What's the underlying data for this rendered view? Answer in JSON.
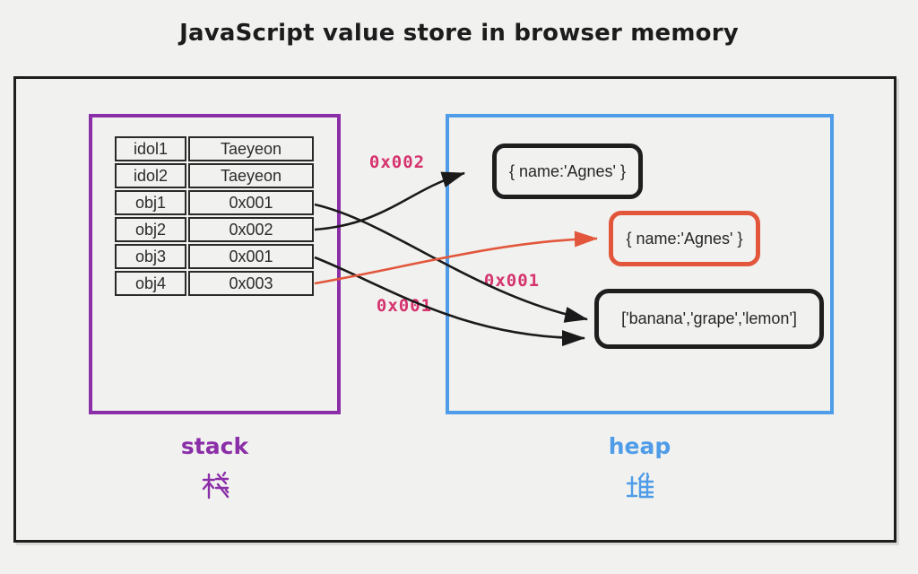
{
  "title": "JavaScript value store in browser memory",
  "stack": {
    "label": "stack",
    "label_cjk": "棧",
    "rows": [
      {
        "key": "idol1",
        "value": "Taeyeon"
      },
      {
        "key": "idol2",
        "value": "Taeyeon"
      },
      {
        "key": "obj1",
        "value": "0x001"
      },
      {
        "key": "obj2",
        "value": "0x002"
      },
      {
        "key": "obj3",
        "value": "0x001"
      },
      {
        "key": "obj4",
        "value": "0x003"
      }
    ]
  },
  "heap": {
    "label": "heap",
    "label_cjk": "堆",
    "objects": [
      {
        "text": "{ name:'Agnes' }"
      },
      {
        "text": "{ name:'Agnes' }"
      },
      {
        "text": "['banana','grape','lemon']"
      }
    ]
  },
  "edges": [
    {
      "from": "obj2",
      "to": "heap-object-1",
      "label": "0x002",
      "color": "black"
    },
    {
      "from": "obj1",
      "to": "heap-array",
      "label": "0x001",
      "color": "black"
    },
    {
      "from": "obj3",
      "to": "heap-array",
      "label": "0x001",
      "color": "black"
    },
    {
      "from": "obj4",
      "to": "heap-object-2",
      "label": "",
      "color": "orange"
    }
  ],
  "colors": {
    "background": "#f1f1ef",
    "ink": "#1a1a1a",
    "stack_purple": "#8b2fa8",
    "heap_blue": "#4f9ce8",
    "accent_orange": "#e2573c",
    "pointer_pink": "#d5326e"
  }
}
